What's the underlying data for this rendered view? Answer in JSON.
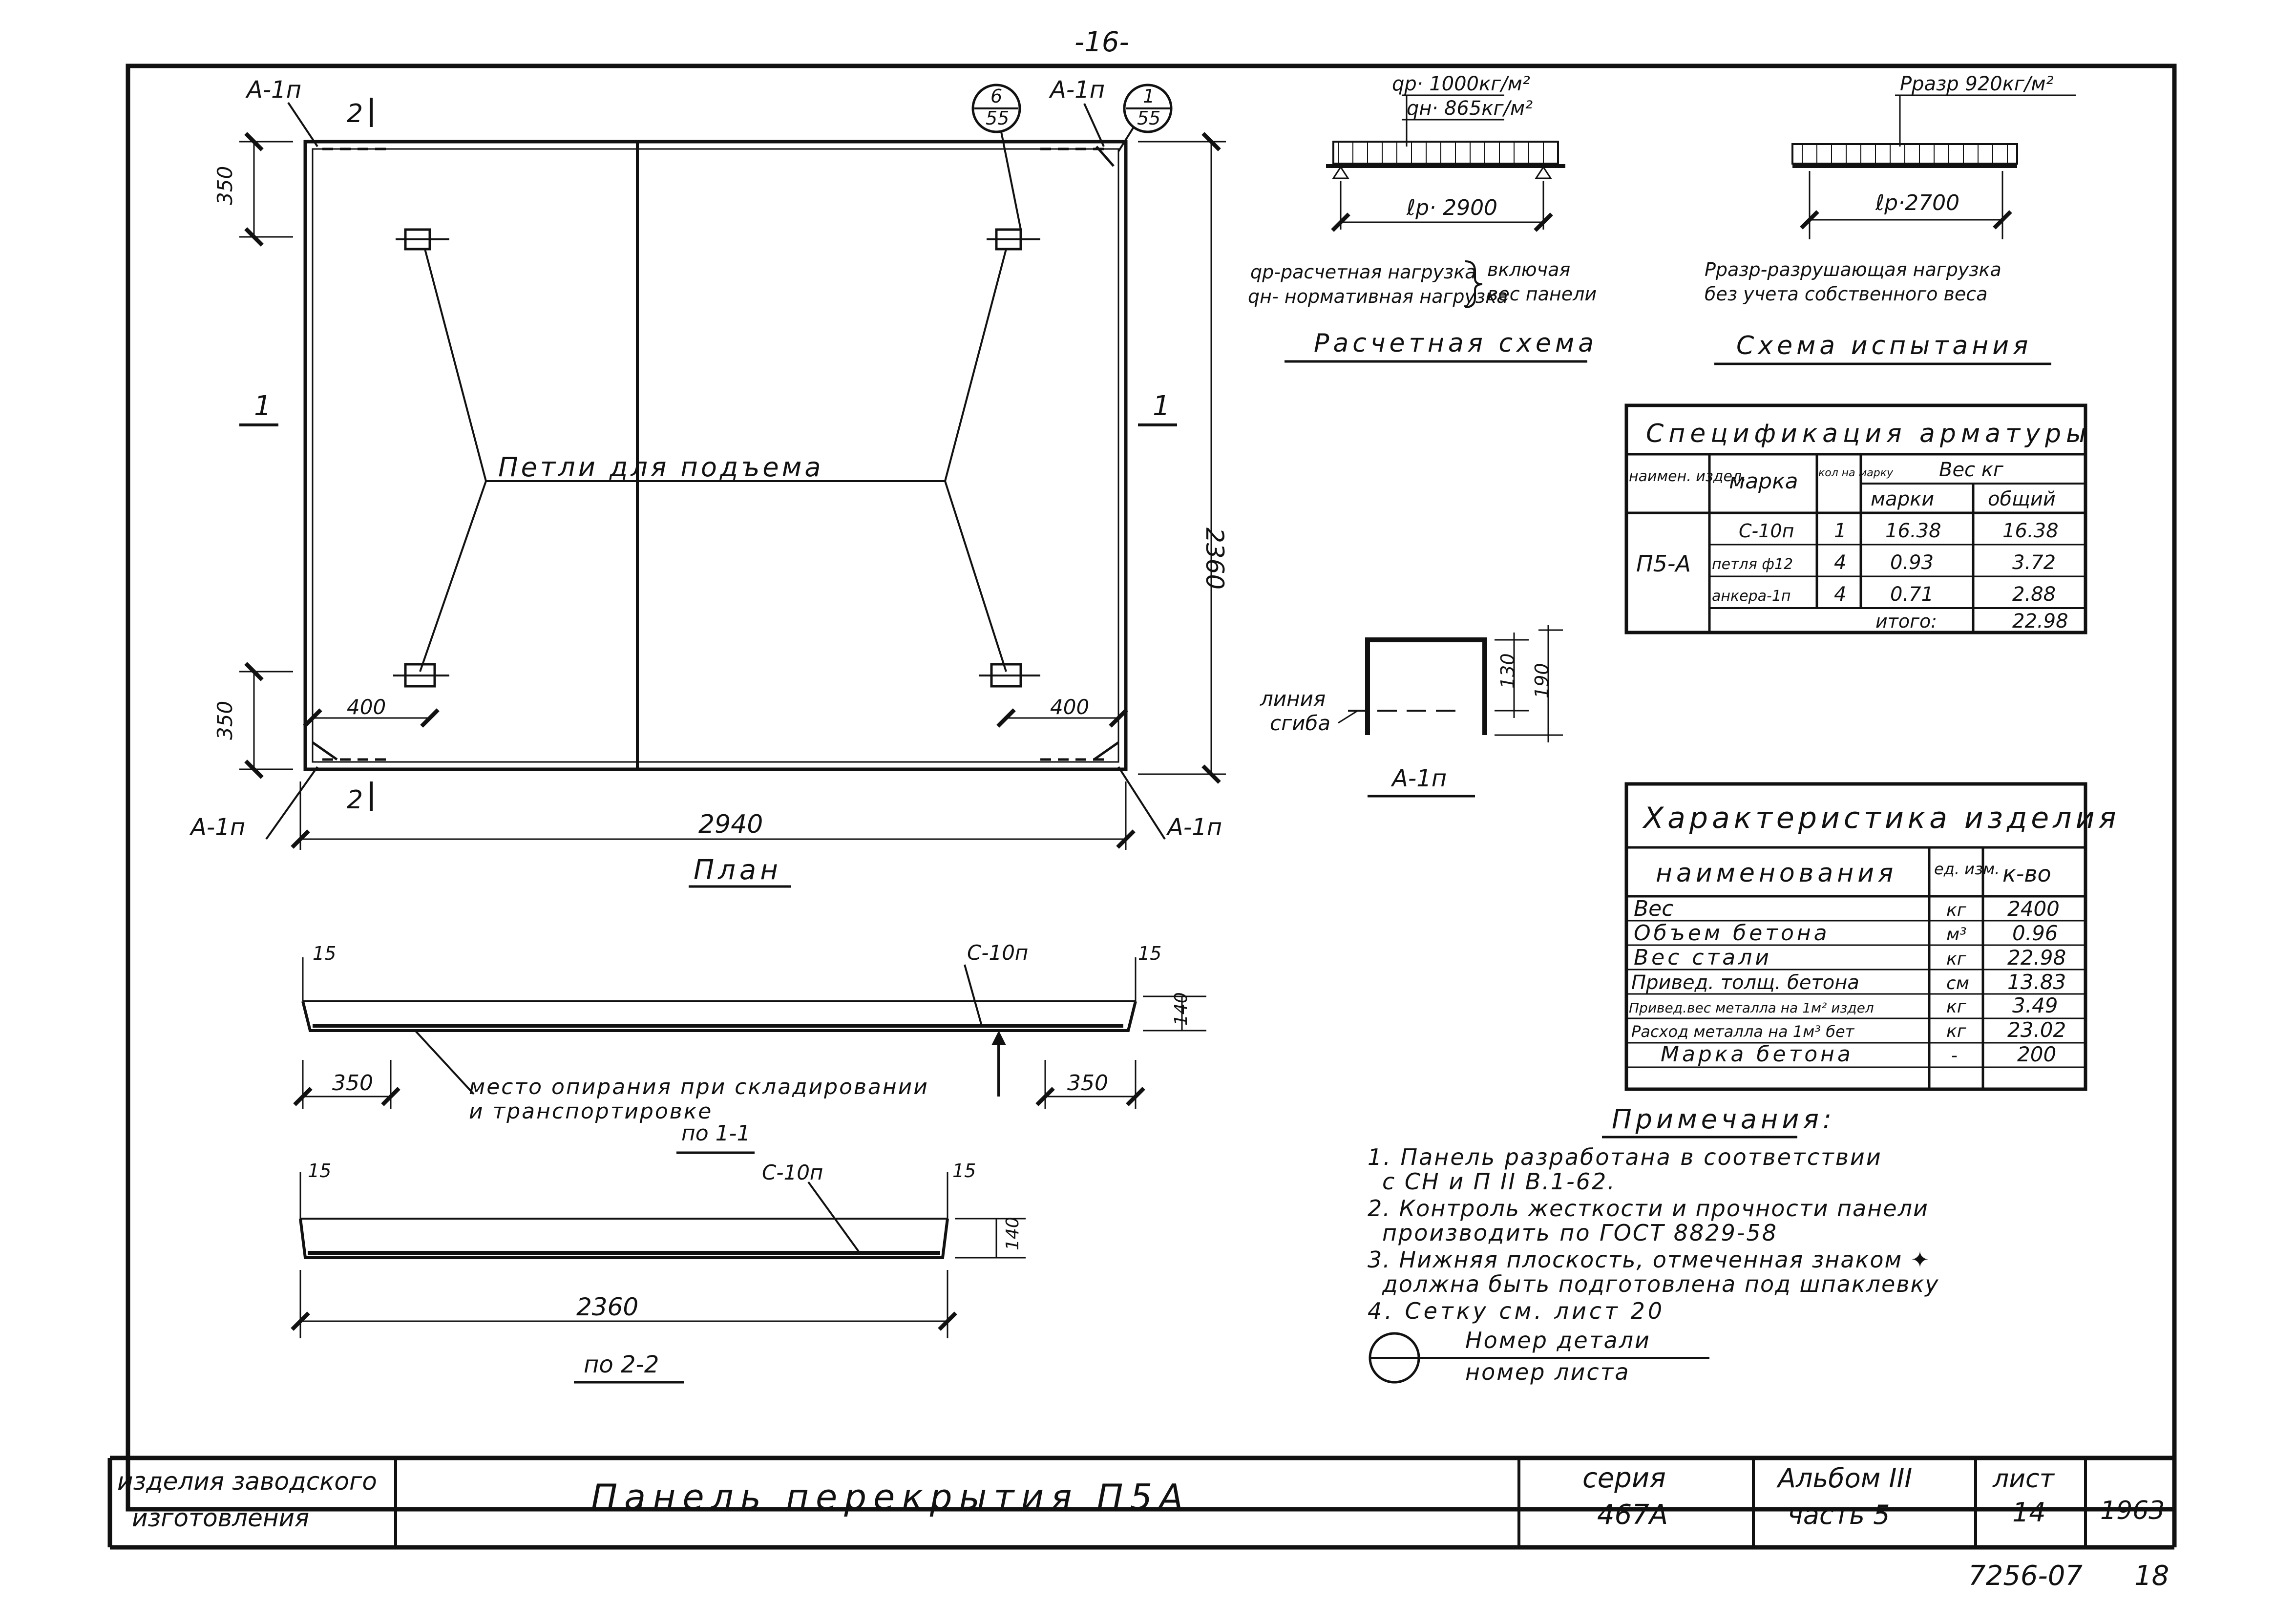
{
  "page": {
    "top_number": "-16-",
    "bottom_code": "7256-07",
    "bottom_page": "18"
  },
  "plan": {
    "title": "План",
    "loops_label": "Петли для подъема",
    "section_1": "1",
    "section_2": "2",
    "anchor": "А-1п",
    "callout_a": {
      "num": "6",
      "den": "55"
    },
    "callout_b": {
      "num": "1",
      "den": "55"
    },
    "dim_350": "350",
    "dim_400": "400",
    "dim_2940": "2940",
    "dim_2360": "2360"
  },
  "section_1_1": {
    "title": "по 1-1",
    "dim_15": "15",
    "mesh": "С-10п",
    "dim_350": "350",
    "dim_140": "140",
    "support_text_1": "место опирания при складировании",
    "support_text_2": "и транспортировке"
  },
  "section_2_2": {
    "title": "по 2-2",
    "dim_15": "15",
    "mesh": "С-10п",
    "dim_140": "140",
    "dim_2360": "2360"
  },
  "calc_scheme": {
    "title": "Расчетная схема",
    "qp": "qр· 1000кг/м²",
    "qn": "qн· 865кг/м²",
    "span": "ℓр· 2900",
    "note_1": "qр-расчетная нагрузка",
    "note_2": "qн- нормативная нагрузка",
    "note_brace_1": "включая",
    "note_brace_2": "вес панели"
  },
  "test_scheme": {
    "title": "Схема испытания",
    "load": "Рразр 920кг/м²",
    "span": "ℓр·2700",
    "note_1": "Рразр-разрушающая нагрузка",
    "note_2": "без учета собственного веса"
  },
  "spec_table": {
    "title": "Спецификация арматуры",
    "h_name": "наимен. издел.",
    "h_mark": "марка",
    "h_qty": "кол на марку",
    "h_weight": "Вес кг",
    "h_per_mark": "марки",
    "h_total": "общий",
    "product": "П5-А",
    "rows": [
      {
        "mark": "С-10п",
        "qty": "1",
        "per": "16.38",
        "total": "16.38"
      },
      {
        "mark": "петля ф12",
        "qty": "4",
        "per": "0.93",
        "total": "3.72"
      },
      {
        "mark": "анкера-1п",
        "qty": "4",
        "per": "0.71",
        "total": "2.88"
      }
    ],
    "sum_label": "итого:",
    "sum_value": "22.98"
  },
  "anchor_detail": {
    "title": "А-1п",
    "bend_1": "линия",
    "bend_2": "сгиба",
    "dim_130": "130",
    "dim_190": "190"
  },
  "char_table": {
    "title": "Характеристика изделия",
    "h_name": "наименования",
    "h_unit": "ед. изм.",
    "h_qty": "к-во",
    "rows": [
      {
        "name": "Вес",
        "unit": "кг",
        "value": "2400"
      },
      {
        "name": "Объем бетона",
        "unit": "м³",
        "value": "0.96"
      },
      {
        "name": "Вес стали",
        "unit": "кг",
        "value": "22.98"
      },
      {
        "name": "Привед. толщ. бетона",
        "unit": "см",
        "value": "13.83"
      },
      {
        "name": "Привед.вес металла на 1м² издел",
        "unit": "кг",
        "value": "3.49"
      },
      {
        "name": "Расход металла на 1м³ бет",
        "unit": "кг",
        "value": "23.02"
      },
      {
        "name": "Марка бетона",
        "unit": "-",
        "value": "200"
      }
    ]
  },
  "notes": {
    "title": "Примечания:",
    "lines": [
      "1. Панель разработана в соответствии",
      "с СН и П II В.1-62.",
      "2. Контроль жесткости и прочности панели",
      "производить по ГОСТ 8829-58",
      "3. Нижняя плоскость, отмеченная знаком ✦",
      "должна быть подготовлена под шпаклевку",
      "4. Сетку см. лист 20"
    ],
    "legend_top": "Номер детали",
    "legend_bottom": "номер листа"
  },
  "title_block": {
    "left_1": "изделия заводского",
    "left_2": "изготовления",
    "title": "Панель перекрытия П5А",
    "series_label": "серия",
    "series_value": "467А",
    "album": "Альбом III",
    "part": "часть 5",
    "sheet_label": "лист",
    "sheet_value": "14",
    "year": "1963"
  }
}
